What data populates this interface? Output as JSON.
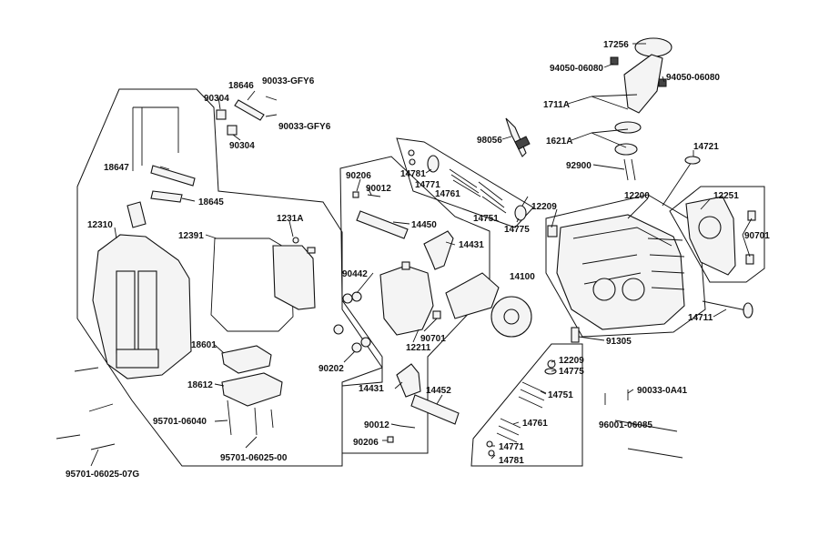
{
  "labels": {
    "p17256": "17256",
    "p94050a": "94050-06080",
    "p94050b": "94050-06080",
    "p1711A": "1711A",
    "p1621A": "1621A",
    "p92900": "92900",
    "p98056": "98056",
    "p14721": "14721",
    "p12200": "12200",
    "p12251": "12251",
    "p90701r": "90701",
    "p14711": "14711",
    "p91305": "91305",
    "p12209a": "12209",
    "p12209b": "12209",
    "p14775a": "14775",
    "p14775b": "14775",
    "p14781a": "14781",
    "p14781b": "14781",
    "p14771a": "14771",
    "p14771b": "14771",
    "p14761a": "14761",
    "p14761b": "14761",
    "p14751a": "14751",
    "p14751b": "14751",
    "p90206a": "90206",
    "p90206b": "90206",
    "p90012a": "90012",
    "p90012b": "90012",
    "p14450": "14450",
    "p14431a": "14431",
    "p14431b": "14431",
    "p14100": "14100",
    "p14452": "14452",
    "p90442": "90442",
    "p90701m": "90701",
    "p12211": "12211",
    "p90202": "90202",
    "p90033a": "90033-0A41",
    "p96001": "96001-06085",
    "p18646": "18646",
    "p90304a": "90304",
    "p90304b": "90304",
    "p90033g1": "90033-GFY6",
    "p90033g2": "90033-GFY6",
    "p18647": "18647",
    "p18645": "18645",
    "p12310": "12310",
    "p12391": "12391",
    "p1231A": "1231A",
    "p18601": "18601",
    "p18612": "18612",
    "p95701a": "95701-06040",
    "p95701b": "95701-06025-00",
    "p95701c": "95701-06025-07G"
  }
}
